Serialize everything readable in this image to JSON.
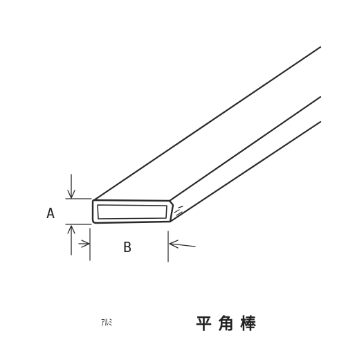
{
  "diagram": {
    "dimension_a": "A",
    "dimension_b": "B",
    "material": "ｱﾙﾐ",
    "product_name": "平角棒",
    "line_color": "#2a2a2a"
  }
}
